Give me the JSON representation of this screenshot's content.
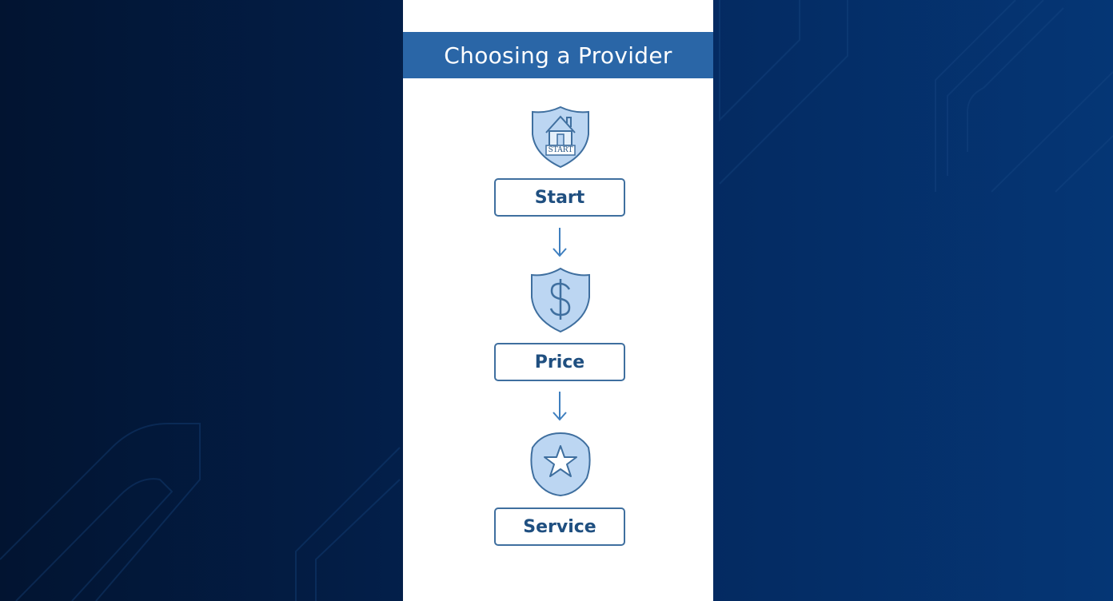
{
  "title": "Choosing a Provider",
  "steps": [
    {
      "label": "Start",
      "icon": "house-shield-icon",
      "badge_text": "START"
    },
    {
      "label": "Price",
      "icon": "dollar-shield-icon"
    },
    {
      "label": "Service",
      "icon": "star-badge-icon"
    }
  ],
  "colors": {
    "title_bar": "#2a66a7",
    "icon_fill": "#bcd6f2",
    "stroke": "#3f6f9f",
    "text": "#1f4f80",
    "background_dark": "#021431",
    "background_light": "#053675"
  }
}
